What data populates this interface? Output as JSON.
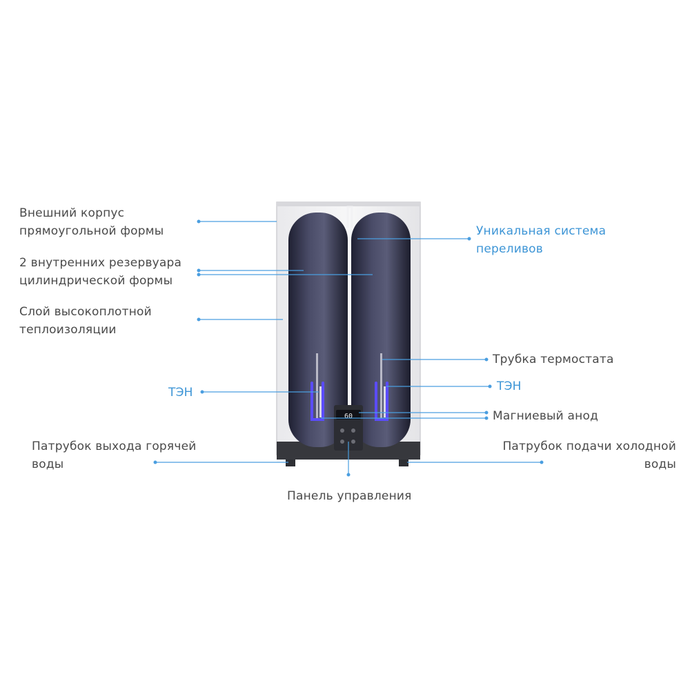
{
  "labels": {
    "outer_body": "Внешний корпус\nпрямоугольной формы",
    "inner_tanks": "2 внутренних резервуара\nцилиндрической формы",
    "insulation": "Слой высокоплотной\nтеплоизоляции",
    "heater_left": "ТЭН",
    "hot_outlet": "Патрубок выхода горячей\nводы",
    "overflow_system": "Уникальная система\nпереливов",
    "thermostat_tube": "Трубка термостата",
    "heater_right": "ТЭН",
    "magnesium_anode": "Магниевый анод",
    "cold_inlet": "Патрубок подачи холодной\nводы",
    "control_panel": "Панель управления"
  },
  "display": {
    "temperature": "60"
  },
  "colors": {
    "leader": "#4a9ee0",
    "accent_text": "#3d95d6",
    "text": "#4a4a4a",
    "tank": "#34364f",
    "heater_glow": "#5b4cff"
  }
}
